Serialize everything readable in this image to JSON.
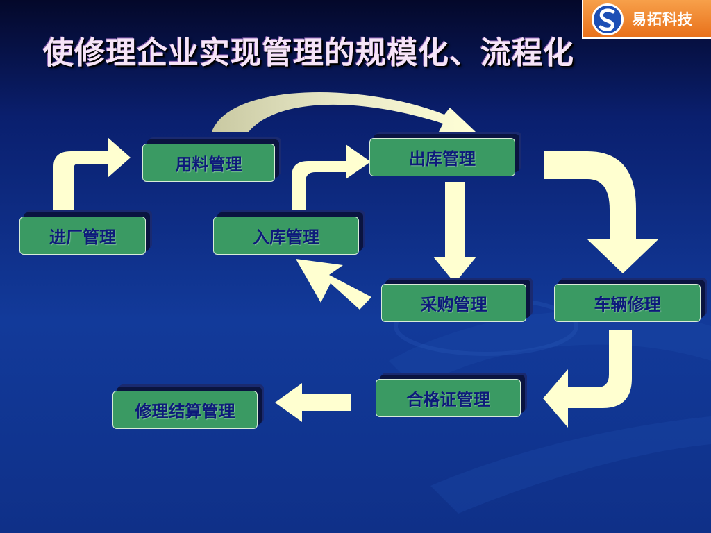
{
  "logo": {
    "text": "易拓科技"
  },
  "title": "使修理企业实现管理的规模化、流程化",
  "nodes": {
    "jinchang": "进厂管理",
    "yongliao": "用料管理",
    "ruku": "入库管理",
    "chuku": "出库管理",
    "caigou": "采购管理",
    "cheliang": "车辆修理",
    "hegezheng": "合格证管理",
    "jiesuan": "修理结算管理"
  },
  "colors": {
    "box_fill": "#3a9a63",
    "box_text": "#0d1a7a",
    "arrow_fill": "#ffffd0",
    "background": "#0a1f6e",
    "logo_bg": "#f08228"
  }
}
